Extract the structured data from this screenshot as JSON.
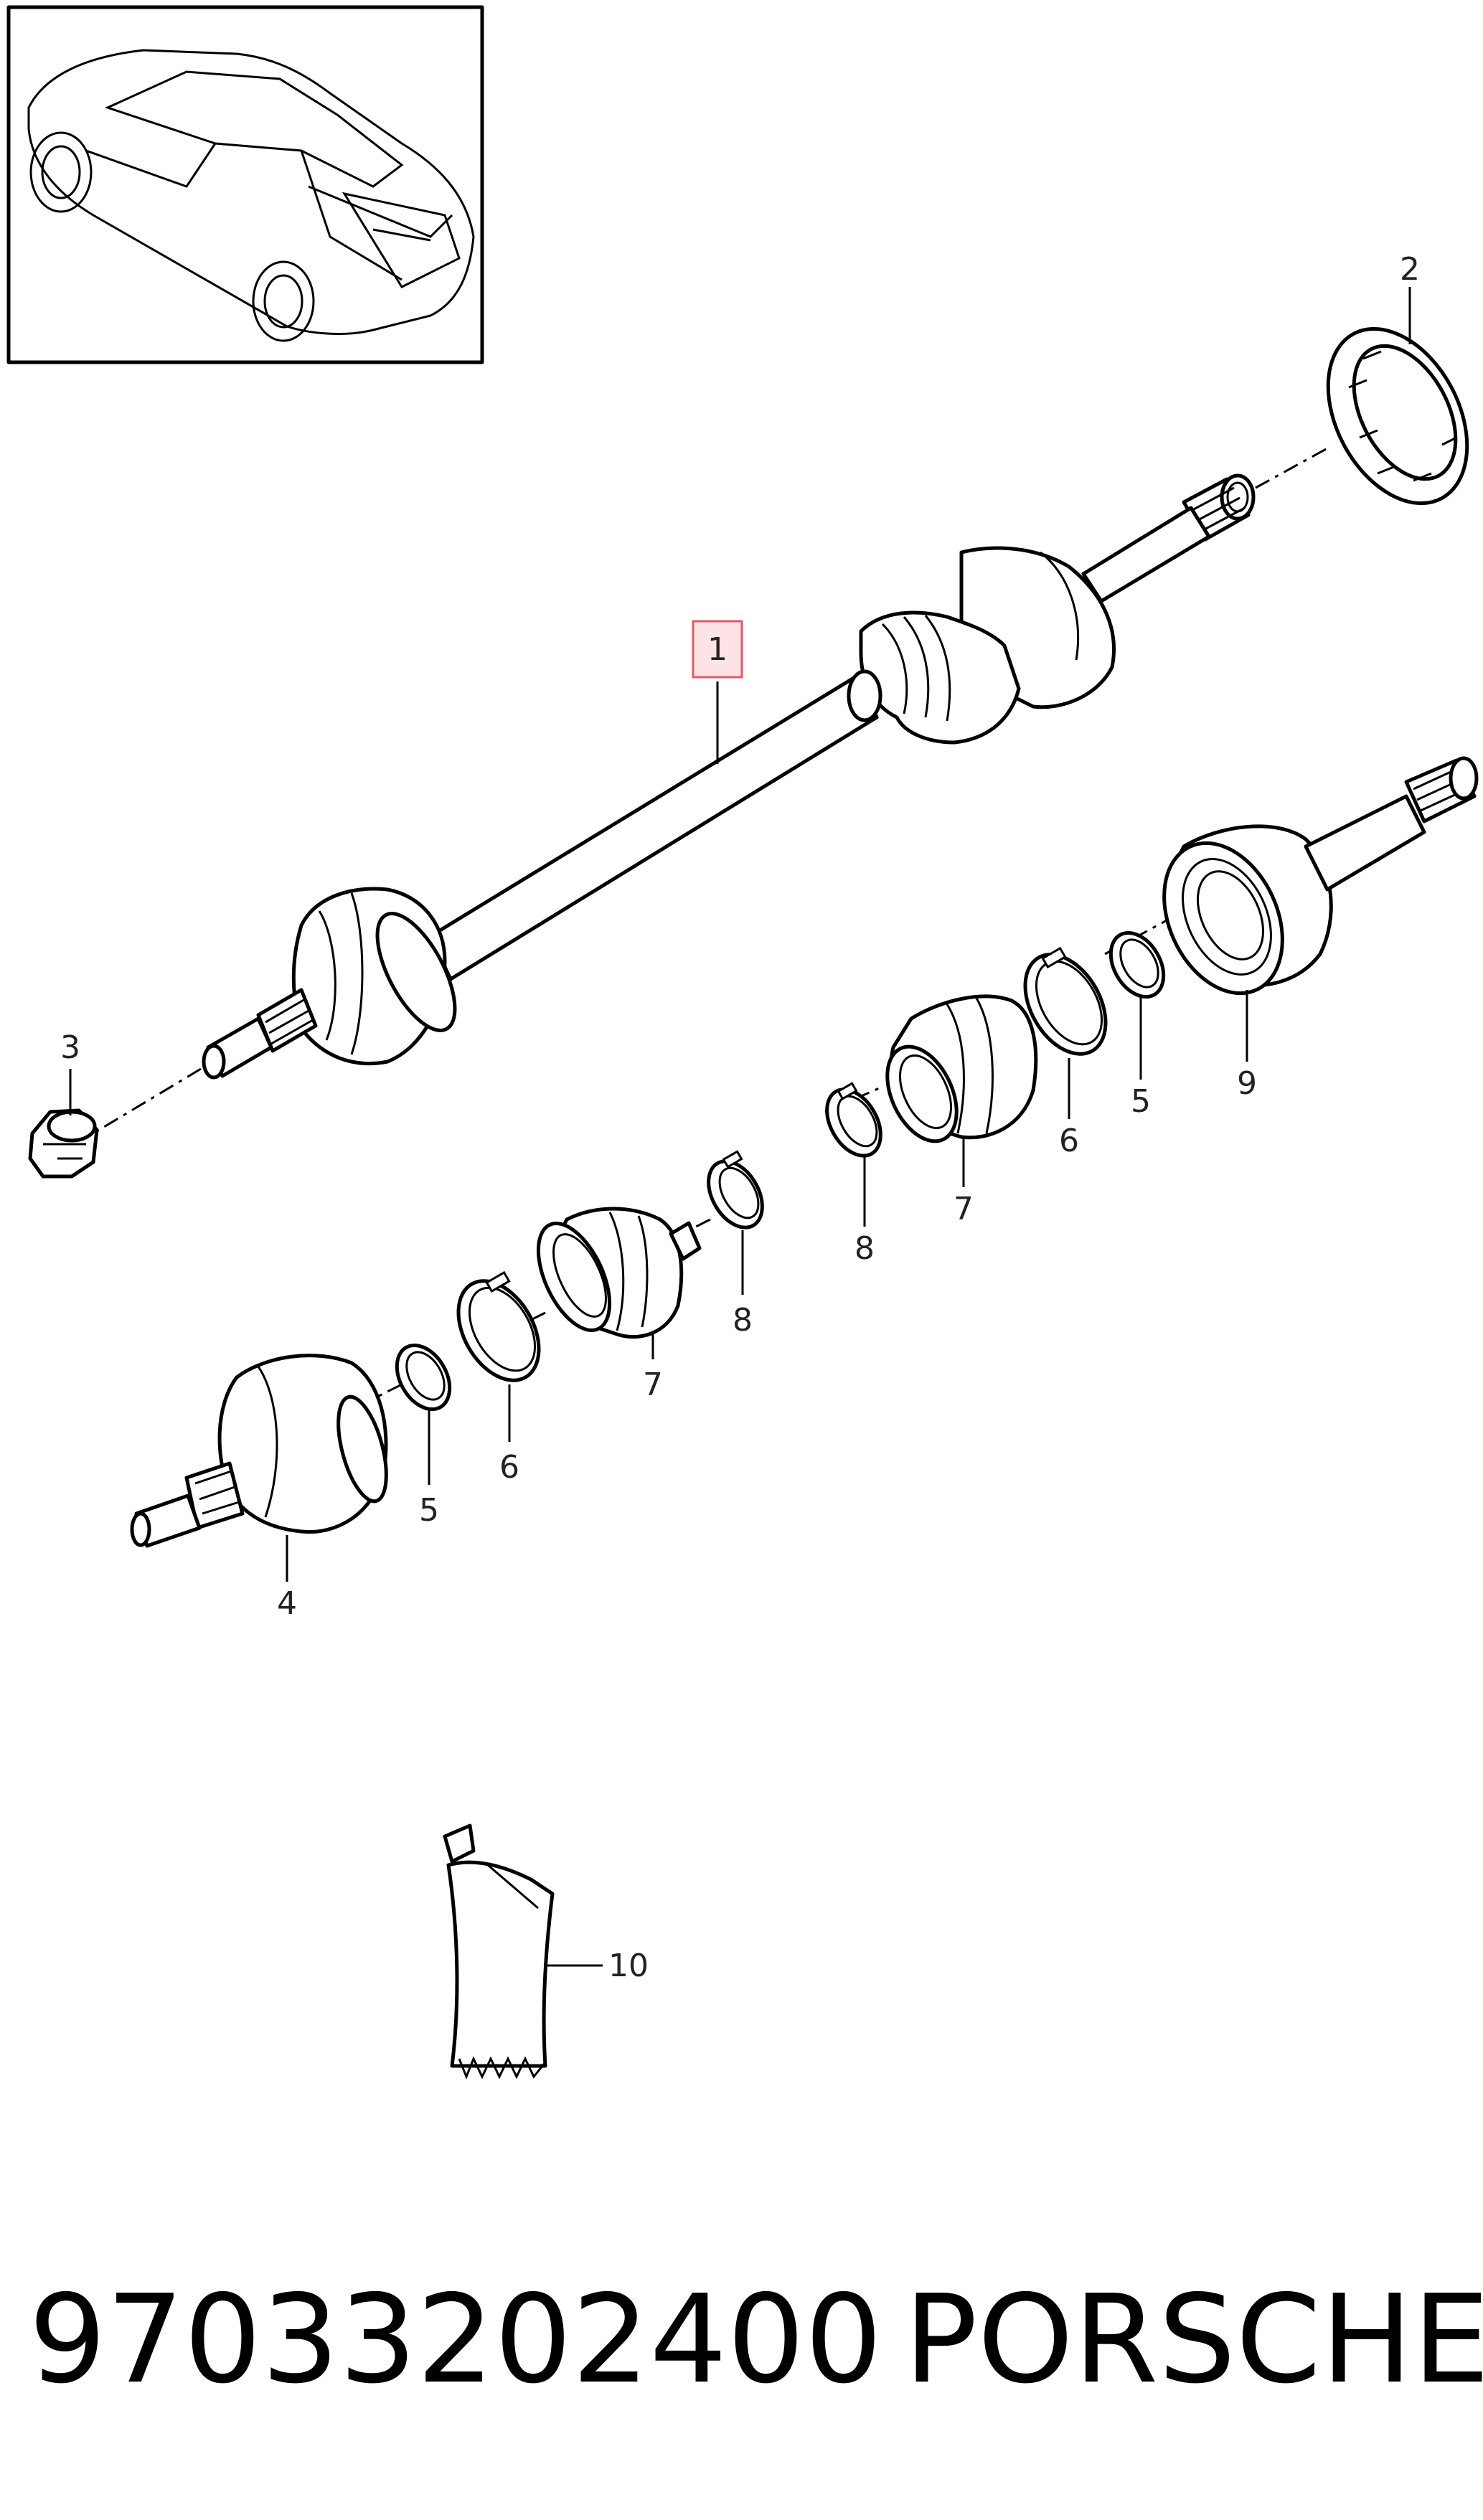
{
  "callouts": {
    "c1": "1",
    "c2": "2",
    "c3": "3",
    "c4": "4",
    "c5a": "5",
    "c5b": "5",
    "c6a": "6",
    "c6b": "6",
    "c7a": "7",
    "c7b": "7",
    "c8a": "8",
    "c8b": "8",
    "c9": "9",
    "c10": "10"
  },
  "footer": {
    "part_number": "97033202400",
    "brand": "PORSCHE"
  },
  "colors": {
    "highlight_fill": "#fde3e6",
    "highlight_stroke": "#e05a6a",
    "line": "#000000"
  }
}
